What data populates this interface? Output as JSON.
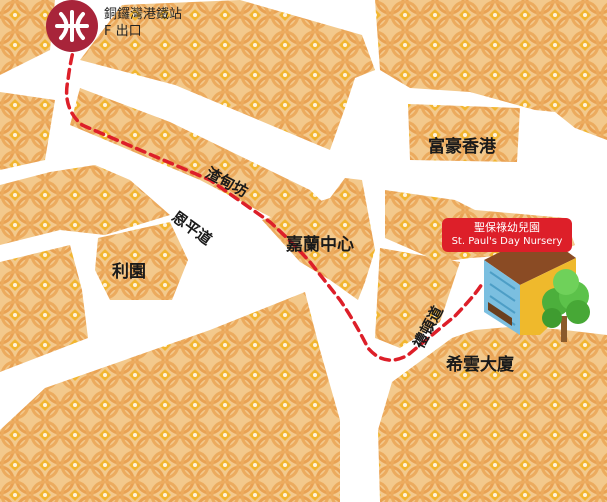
{
  "station": {
    "name": "銅鑼灣港鐵站",
    "exit": "F 出口",
    "logo_color": "#a8243a"
  },
  "roads": {
    "road_1": "渣甸坊",
    "road_2": "恩平道",
    "road_3": "禮頓道"
  },
  "buildings": {
    "building_1": "富豪香港",
    "building_2": "嘉蘭中心",
    "building_3": "利園",
    "building_4": "希雲大廈"
  },
  "destination": {
    "name_zh": "聖保祿幼兒園",
    "name_en": "St. Paul's Day Nursery",
    "label_color": "#dd1f29"
  },
  "route": {
    "color": "#dd1f29",
    "style": "dashed"
  },
  "block_colors": {
    "base": "#f3c98c",
    "pattern": "#e9a152",
    "accent": "#f2b630"
  }
}
